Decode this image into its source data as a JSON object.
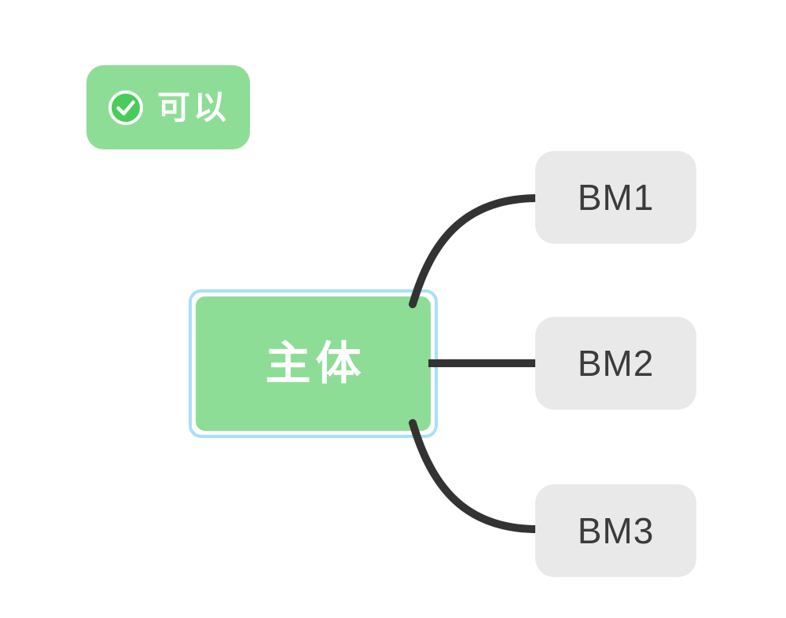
{
  "badge": {
    "label": "可以",
    "icon": "check-circle-icon",
    "background": "#8edd97",
    "icon_fill": "#4acb5b",
    "text_color": "#ffffff"
  },
  "mindmap": {
    "root": {
      "label": "主体",
      "background": "#8edd97",
      "text_color": "#ffffff",
      "selected": true,
      "selection_border_color": "#a8dffb"
    },
    "children": [
      {
        "label": "BM1"
      },
      {
        "label": "BM2"
      },
      {
        "label": "BM3"
      }
    ],
    "child_background": "#e9e9e9",
    "child_text_color": "#3b3b3b",
    "connector_color": "#333333"
  }
}
